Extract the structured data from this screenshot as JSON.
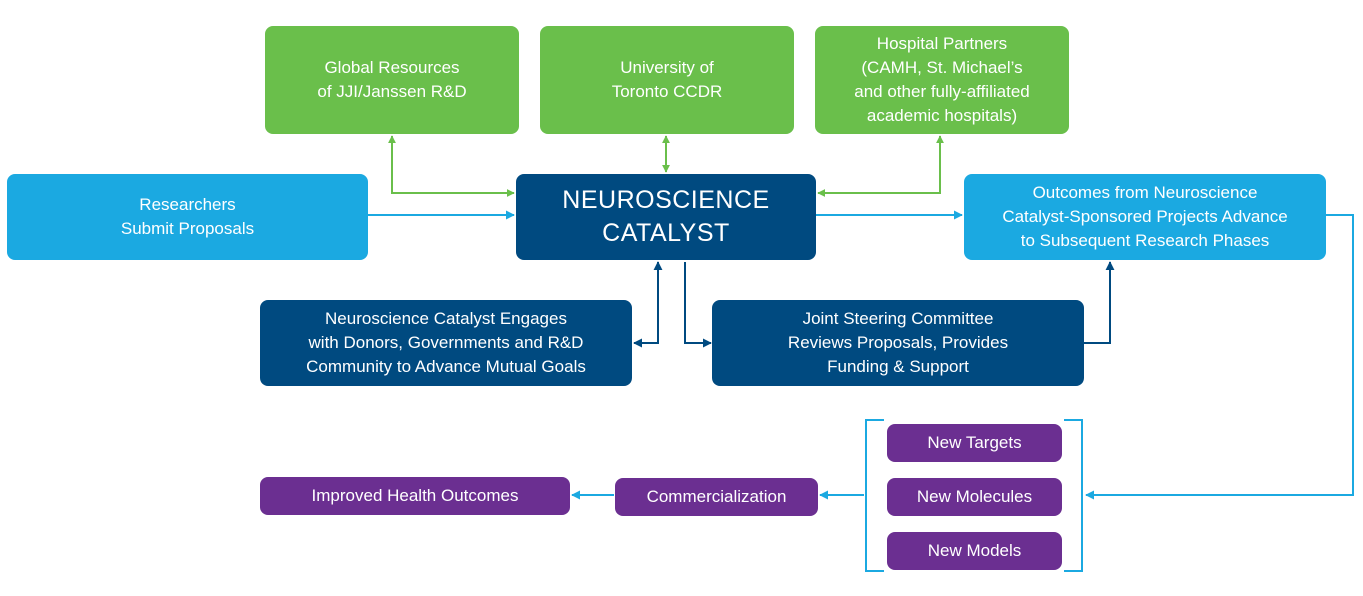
{
  "colors": {
    "green": "#6abf4b",
    "light_blue": "#1ba9e1",
    "navy": "#004a80",
    "purple": "#6b2f91",
    "green_arrow": "#6abf4b",
    "blue_arrow": "#1ba9e1",
    "navy_arrow": "#004a80"
  },
  "nodes": {
    "global_resources": "Global Resources\nof JJI/Janssen R&D",
    "university": "University of\nToronto CCDR",
    "hospital_partners": "Hospital Partners\n(CAMH, St. Michael’s\nand other fully-affiliated\nacademic hospitals)",
    "researchers": "Researchers\nSubmit Proposals",
    "catalyst": "NEUROSCIENCE\nCATALYST",
    "outcomes": "Outcomes from Neuroscience\nCatalyst-Sponsored Projects Advance\nto Subsequent Research Phases",
    "engages": "Neuroscience Catalyst Engages\nwith Donors, Governments and R&D\nCommunity to Advance Mutual Goals",
    "steering": "Joint Steering Committee\nReviews Proposals, Provides\nFunding & Support",
    "new_targets": "New Targets",
    "new_molecules": "New Molecules",
    "new_models": "New Models",
    "commercialization": "Commercialization",
    "improved_outcomes": "Improved Health Outcomes"
  }
}
